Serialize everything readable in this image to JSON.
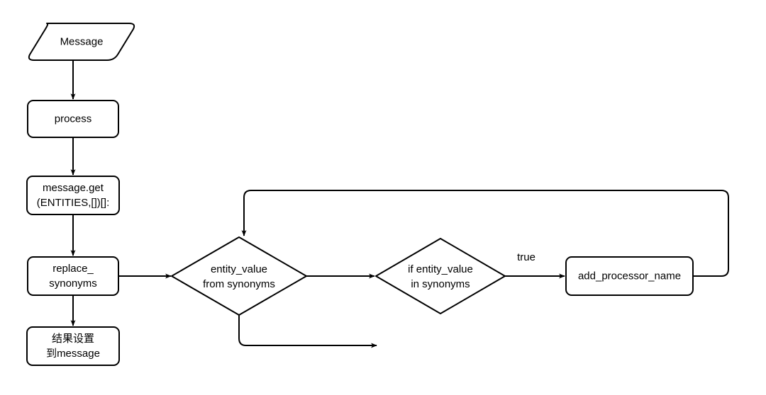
{
  "diagram": {
    "type": "flowchart",
    "background_color": "#ffffff",
    "stroke_color": "#000000",
    "text_color": "#000000",
    "nodes": [
      {
        "id": "message",
        "shape": "parallelogram",
        "label": "Message",
        "lines": [
          "Message"
        ]
      },
      {
        "id": "process",
        "shape": "rounded-rect",
        "label": "process",
        "lines": [
          "process"
        ]
      },
      {
        "id": "message-get",
        "shape": "rounded-rect",
        "label": "message.get (ENTITIES,[])[]:",
        "lines": [
          "message.get",
          "(ENTITIES,[])[]:"
        ]
      },
      {
        "id": "replace-synonyms",
        "shape": "rounded-rect",
        "label": "replace_ synonyms",
        "lines": [
          "replace_",
          "synonyms"
        ]
      },
      {
        "id": "result-to-message",
        "shape": "rounded-rect",
        "label": "结果设置 到message",
        "lines": [
          "结果设置",
          "到message"
        ]
      },
      {
        "id": "entity-value-from-synonyms",
        "shape": "diamond",
        "label": "entity_value from synonyms",
        "lines": [
          "entity_value",
          "from synonyms"
        ]
      },
      {
        "id": "if-entity-value-in-synonyms",
        "shape": "diamond",
        "label": "if entity_value in synonyms",
        "lines": [
          "if entity_value",
          "in synonyms"
        ]
      },
      {
        "id": "add-processor-name",
        "shape": "rounded-rect",
        "label": "add_processor_name",
        "lines": [
          "add_processor_name"
        ]
      }
    ],
    "edges": [
      {
        "id": "message-to-process",
        "from": "message",
        "to": "process",
        "label": ""
      },
      {
        "id": "process-to-message-get",
        "from": "process",
        "to": "message-get",
        "label": ""
      },
      {
        "id": "message-get-to-replace-synonyms",
        "from": "message-get",
        "to": "replace-synonyms",
        "label": ""
      },
      {
        "id": "replace-synonyms-to-result",
        "from": "replace-synonyms",
        "to": "result-to-message",
        "label": ""
      },
      {
        "id": "replace-synonyms-to-diamond1",
        "from": "replace-synonyms",
        "to": "entity-value-from-synonyms",
        "label": ""
      },
      {
        "id": "diamond1-to-diamond2",
        "from": "entity-value-from-synonyms",
        "to": "if-entity-value-in-synonyms",
        "label": ""
      },
      {
        "id": "diamond2-to-add-processor-name",
        "from": "if-entity-value-in-synonyms",
        "to": "add-processor-name",
        "label": "true"
      },
      {
        "id": "add-processor-name-loop-back",
        "from": "add-processor-name",
        "to": "entity-value-from-synonyms",
        "label": ""
      },
      {
        "id": "diamond1-exit-bottom",
        "from": "entity-value-from-synonyms",
        "to": "",
        "label": ""
      }
    ],
    "edge_labels": {
      "true_branch": "true"
    }
  }
}
